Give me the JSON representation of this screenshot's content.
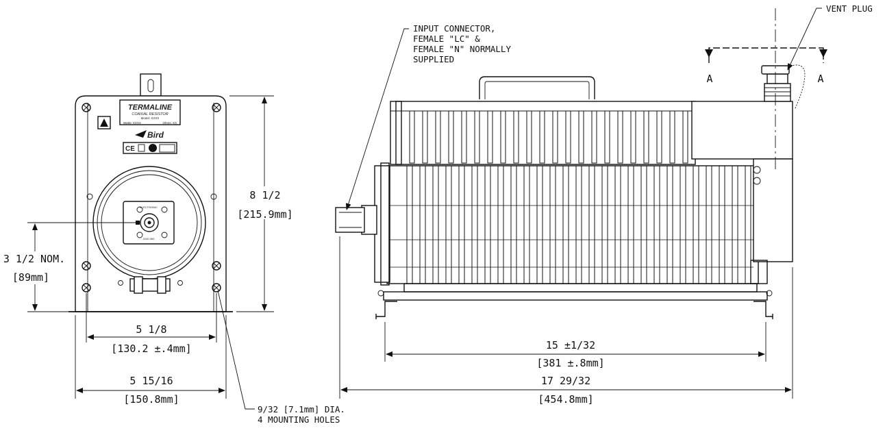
{
  "callouts": {
    "input_connector": [
      "INPUT CONNECTOR,",
      "FEMALE \"LC\" &",
      "FEMALE \"N\" NORMALLY",
      "SUPPLIED"
    ],
    "vent_plug": "VENT PLUG",
    "mounting_holes": [
      "9/32 [7.1mm] DIA.",
      "4 MOUNTING HOLES"
    ]
  },
  "section_marks": {
    "left": "A",
    "right": "A"
  },
  "dimensions": {
    "height": "8 1/2",
    "height_mm": "[215.9mm]",
    "center_height": "3 1/2 NOM.",
    "center_height_mm": "[89mm]",
    "hole_spacing": "5 1/8",
    "hole_spacing_mm": "[130.2 ±.4mm]",
    "base_width": "5 15/16",
    "base_width_mm": "[150.8mm]",
    "foot_spacing": "15 ±1/32",
    "foot_spacing_mm": "[381 ±.8mm]",
    "overall_length": "17 29/32",
    "overall_length_mm": "[454.8mm]"
  },
  "label_plate": {
    "brand": "TERMALINE",
    "product": "COAXIAL RESISTOR",
    "model": "Model: XXXX",
    "watts": "Watts: XXXX",
    "ohms": "Ohms: XX",
    "maker": "Bird",
    "ce": "CE"
  },
  "connector_plate": {
    "top": "ELECTRONIC",
    "bottom": "4240-060"
  }
}
